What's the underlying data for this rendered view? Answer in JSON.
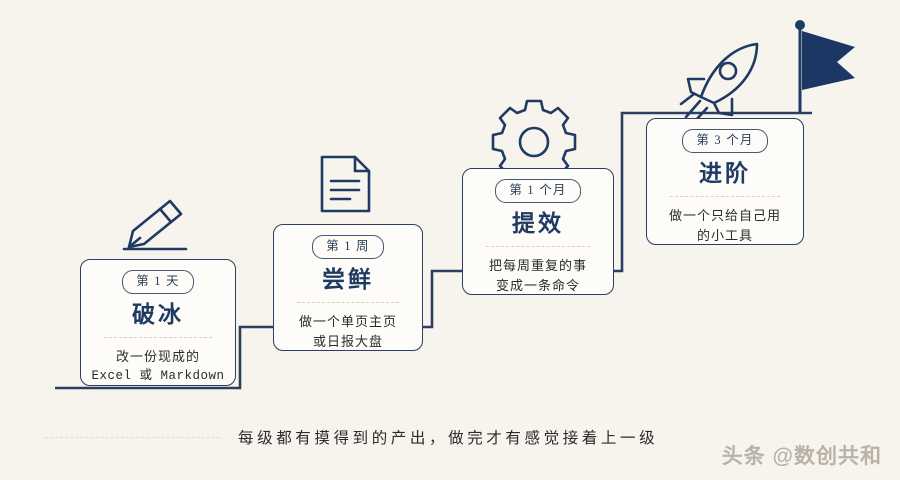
{
  "theme": {
    "background": "#f7f4ee",
    "card_bg": "#fdfcf8",
    "ink": "#2a3f61",
    "accent": "#1f3a63",
    "muted": "#d7cfc2",
    "watermark": "#b9b2a6"
  },
  "steps": [
    {
      "icon": "pencil-icon",
      "badge": "第 1 天",
      "title": "破冰",
      "desc_line1": "改一份现成的",
      "desc_line2": "Excel 或 Markdown",
      "desc_line2_mono": true
    },
    {
      "icon": "document-icon",
      "badge": "第 1 周",
      "title": "尝鲜",
      "desc_line1": "做一个单页主页",
      "desc_line2": "或日报大盘",
      "desc_line2_mono": false
    },
    {
      "icon": "gear-icon",
      "badge": "第 1 个月",
      "title": "提效",
      "desc_line1": "把每周重复的事",
      "desc_line2": "变成一条命令",
      "desc_line2_mono": false
    },
    {
      "icon": "rocket-icon",
      "badge": "第 3 个月",
      "title": "进阶",
      "desc_line1": "做一个只给自己用",
      "desc_line2": "的小工具",
      "desc_line2_mono": false
    }
  ],
  "goal": {
    "icon": "flag-icon"
  },
  "caption": {
    "text": "每级都有摸得到的产出，做完才有感觉接着上一级"
  },
  "watermark": {
    "text": "头条 @数创共和"
  }
}
